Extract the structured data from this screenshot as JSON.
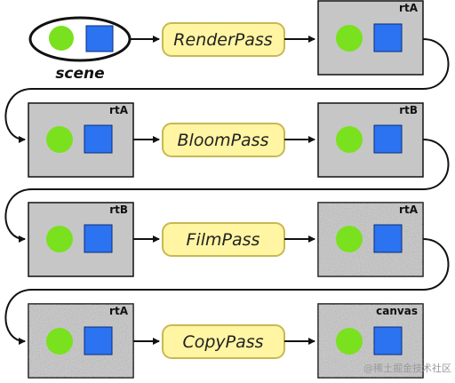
{
  "scene_label": "scene",
  "rows": [
    {
      "pass": "RenderPass",
      "input": "",
      "output": "rtA",
      "output_noisy": false
    },
    {
      "pass": "BloomPass",
      "input": "rtA",
      "output": "rtB",
      "output_noisy": false
    },
    {
      "pass": "FilmPass",
      "input": "rtB",
      "output": "rtA",
      "output_noisy": true
    },
    {
      "pass": "CopyPass",
      "input": "rtA",
      "output": "canvas",
      "output_noisy": true
    }
  ],
  "watermark": "@稀土掘金技术社区",
  "colors": {
    "pass_fill": "#fff5a3",
    "pass_stroke": "#c8b850",
    "rt_fill": "#c6c6c6",
    "circle": "#7ae11e",
    "square": "#2b73f0"
  }
}
